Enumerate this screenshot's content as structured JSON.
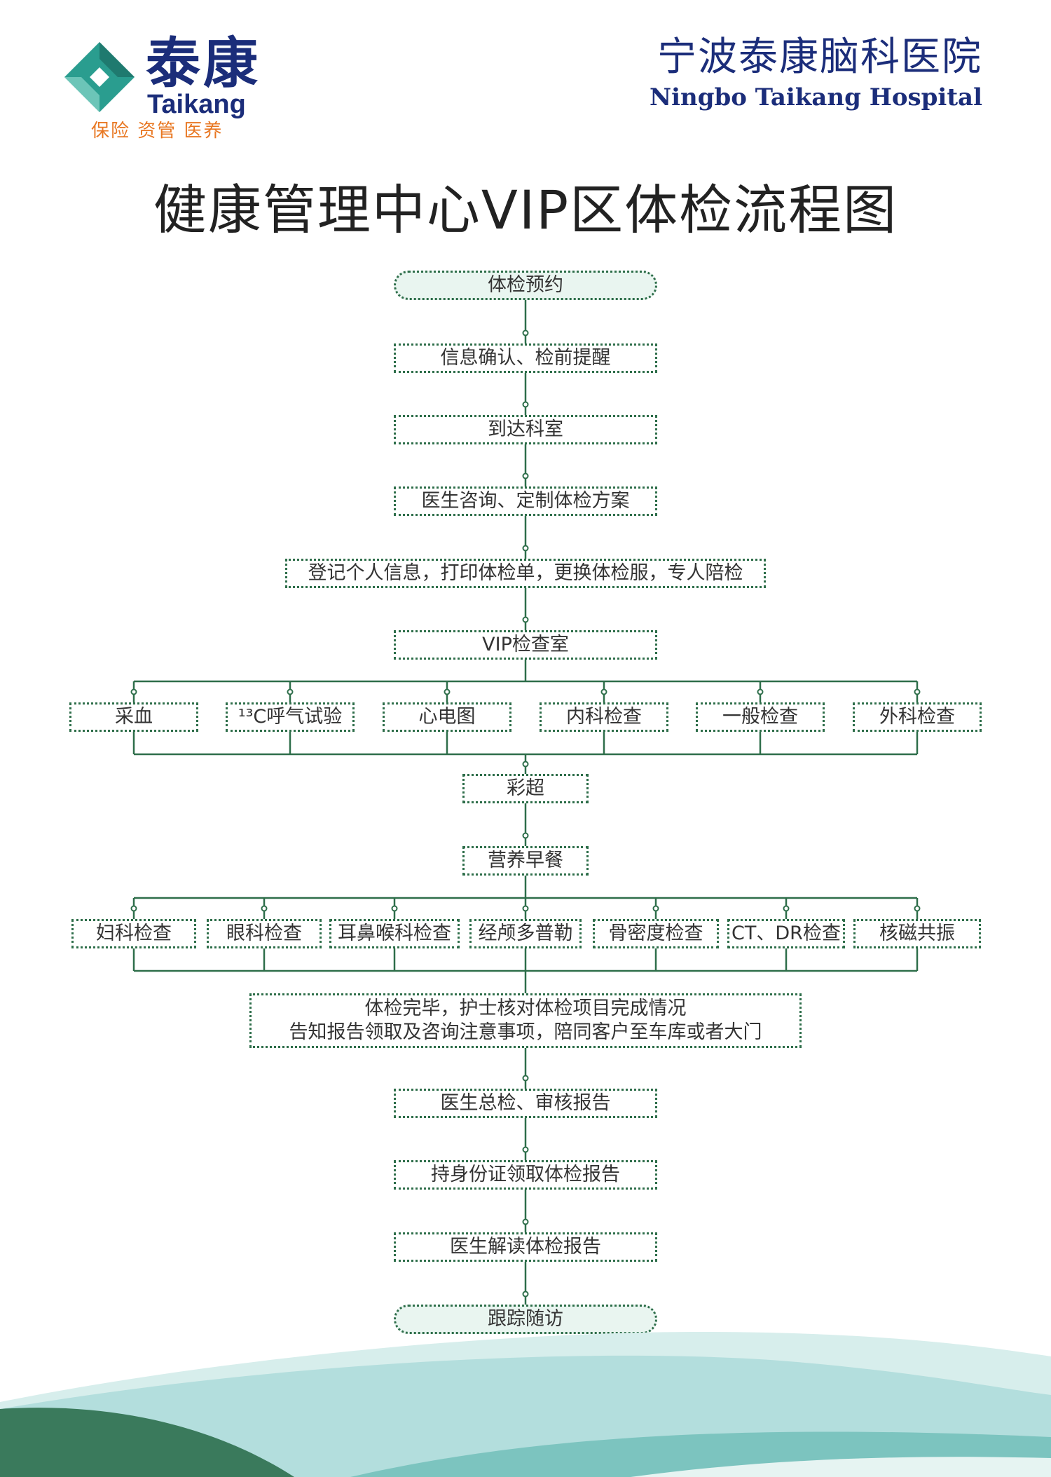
{
  "logo": {
    "name_cn": "泰康",
    "name_en": "Taikang",
    "tagline": "保险 资管 医养"
  },
  "hospital": {
    "name_cn": "宁波泰康脑科医院",
    "name_en": "Ningbo Taikang Hospital"
  },
  "title": "健康管理中心VIP区体检流程图",
  "flow": {
    "start": "体检预约",
    "step_confirm": "信息确认、检前提醒",
    "step_arrive": "到达科室",
    "step_consult": "医生咨询、定制体检方案",
    "step_register": "登记个人信息，打印体检单，更换体检服，专人陪检",
    "step_vip_room": "VIP检查室",
    "branch1": [
      "采血",
      "¹³C呼气试验",
      "心电图",
      "内科检查",
      "一般检查",
      "外科检查"
    ],
    "step_ultrasound": "彩超",
    "step_breakfast": "营养早餐",
    "branch2": [
      "妇科检查",
      "眼科检查",
      "耳鼻喉科检查",
      "经颅多普勒",
      "骨密度检查",
      "CT、DR检查",
      "核磁共振"
    ],
    "finish_line1": "体检完毕，护士核对体检项目完成情况",
    "finish_line2": "告知报告领取及咨询注意事项，陪同客户至车库或者大门",
    "step_review": "医生总检、审核报告",
    "step_collect": "持身份证领取体检报告",
    "step_interpret": "医生解读体检报告",
    "end": "跟踪随访"
  },
  "colors": {
    "brand_navy": "#1b2d7a",
    "brand_orange": "#e87722",
    "flow_green": "#2e6e4a",
    "teal_light": "#b3dedd",
    "teal_mid": "#7cc4bf",
    "green_dark": "#3a7a5c"
  }
}
